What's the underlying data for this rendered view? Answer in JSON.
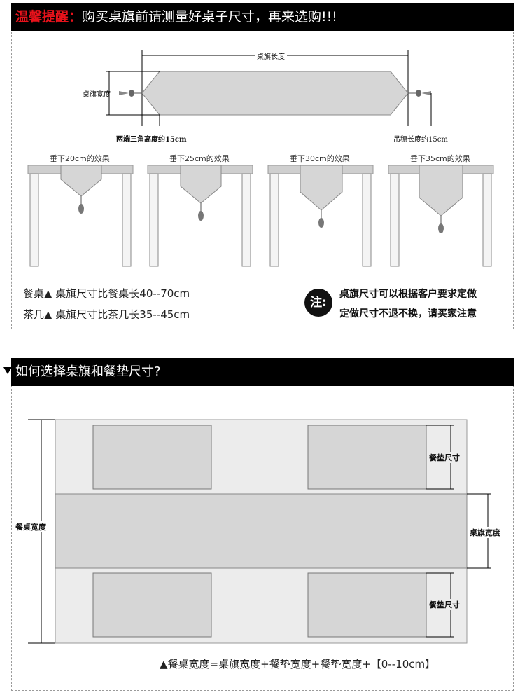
{
  "tip_bar": {
    "label": "温馨提醒：",
    "text": "购买桌旗前请测量好桌子尺寸，再来选购!!!"
  },
  "runner_diagram": {
    "length_label": "桌旗长度",
    "width_label": "桌旗宽度",
    "triangle_label": "两端三角高度约15cm",
    "tassel_label": "吊穗长度约15cm"
  },
  "drop_examples": [
    {
      "caption": "垂下20cm的效果",
      "drop_cm": 20
    },
    {
      "caption": "垂下25cm的效果",
      "drop_cm": 25
    },
    {
      "caption": "垂下30cm的效果",
      "drop_cm": 30
    },
    {
      "caption": "垂下35cm的效果",
      "drop_cm": 35
    }
  ],
  "size_rules": [
    "餐桌▲  桌旗尺寸比餐桌长40--70cm",
    "茶几▲  桌旗尺寸比茶几长35--45cm"
  ],
  "note": {
    "icon_char": "注:",
    "line1": "桌旗尺寸可以根据客户要求定做",
    "line2": "定做尺寸不退不换，请买家注意"
  },
  "section2": {
    "title": "如何选择桌旗和餐垫尺寸?",
    "table_width_label": "餐桌宽度",
    "mat_size_label_top": "餐垫尺寸",
    "runner_width_label": "桌旗宽度",
    "mat_size_label_bottom": "餐垫尺寸",
    "formula": "▲餐桌宽度=桌旗宽度+餐垫宽度+餐垫宽度+【0--10cm】"
  },
  "colors": {
    "bar_bg": "#000000",
    "accent": "#e8121b",
    "runner_fill": "#d6d6d6",
    "table_fill": "#ececec"
  }
}
